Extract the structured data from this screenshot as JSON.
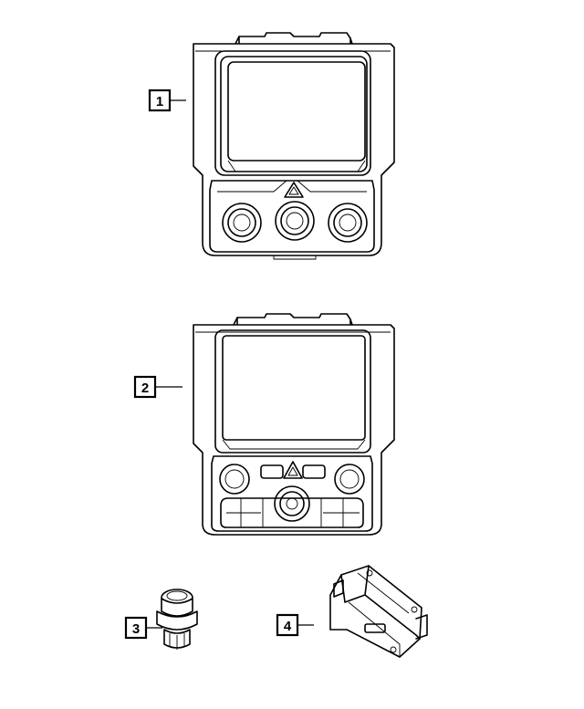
{
  "callouts": [
    {
      "label": "1"
    },
    {
      "label": "2"
    },
    {
      "label": "3"
    },
    {
      "label": "4"
    }
  ],
  "icons": {
    "part1": "radio-head-unit-with-three-knobs",
    "part2": "radio-head-unit-with-climate-controls",
    "part3": "switch-connector",
    "part4": "control-module"
  }
}
